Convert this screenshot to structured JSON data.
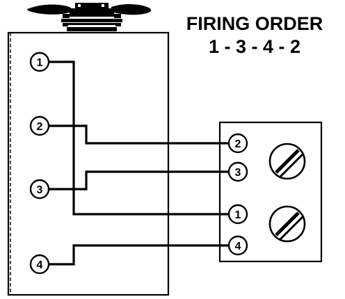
{
  "title": {
    "line1": "FIRING ORDER",
    "line2": "1 - 3 - 4 - 2"
  },
  "engine_cylinders": [
    {
      "id": "1",
      "label": "1"
    },
    {
      "id": "2",
      "label": "2"
    },
    {
      "id": "3",
      "label": "3"
    },
    {
      "id": "4",
      "label": "4"
    }
  ],
  "distributor_terminals": [
    {
      "id": "2",
      "label": "2"
    },
    {
      "id": "3",
      "label": "3"
    },
    {
      "id": "1",
      "label": "1"
    },
    {
      "id": "4",
      "label": "4"
    }
  ],
  "firing_order": [
    "1",
    "3",
    "4",
    "2"
  ],
  "colors": {
    "ink": "#000000",
    "paper": "#ffffff"
  },
  "icons": {
    "fan": "cooling-fan-icon",
    "terminal_screw": "terminal-screw-icon"
  }
}
